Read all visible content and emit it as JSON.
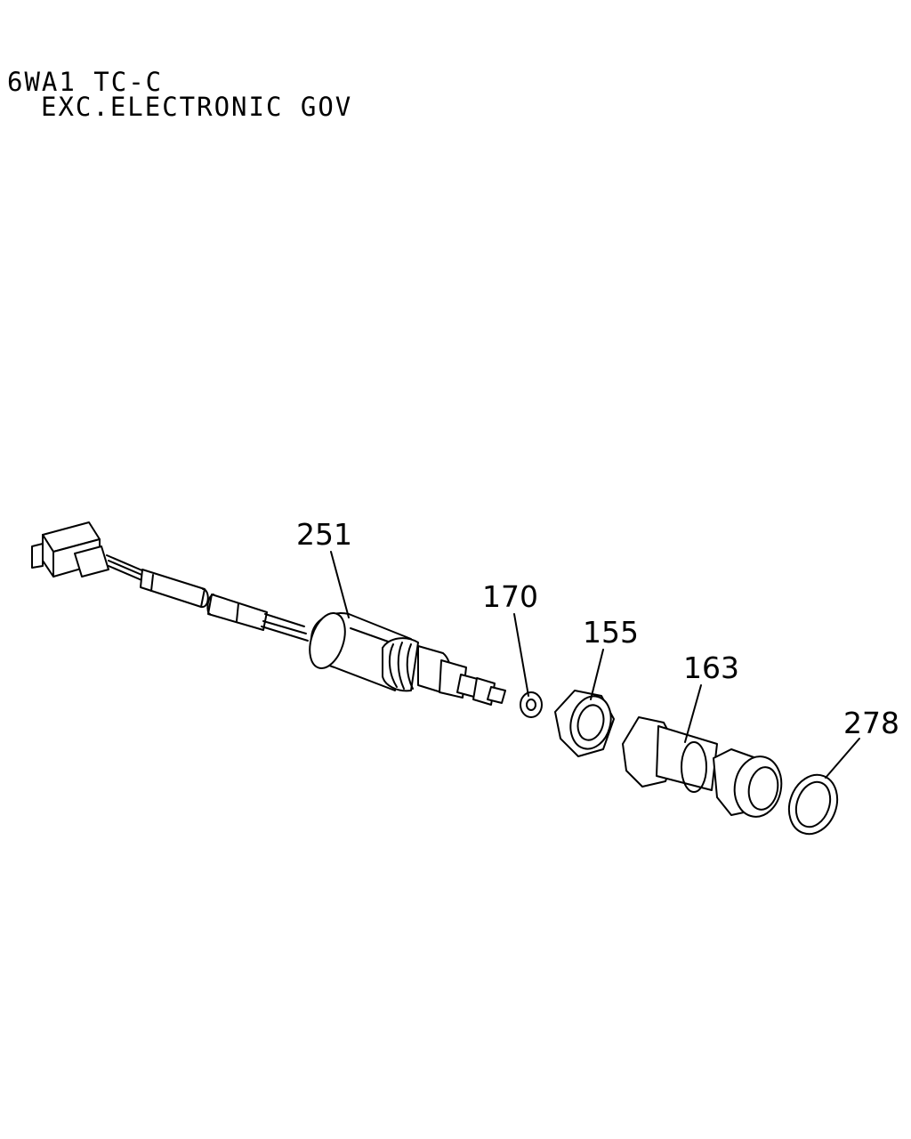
{
  "header": {
    "line1": "6WA1 TC-C",
    "line2": "EXC.ELECTRONIC GOV"
  },
  "callouts": [
    {
      "id": "251",
      "label": "251",
      "part": "sensor-harness-assembly"
    },
    {
      "id": "170",
      "label": "170",
      "part": "washer"
    },
    {
      "id": "155",
      "label": "155",
      "part": "nut"
    },
    {
      "id": "163",
      "label": "163",
      "part": "adapter"
    },
    {
      "id": "278",
      "label": "278",
      "part": "o-ring"
    }
  ]
}
